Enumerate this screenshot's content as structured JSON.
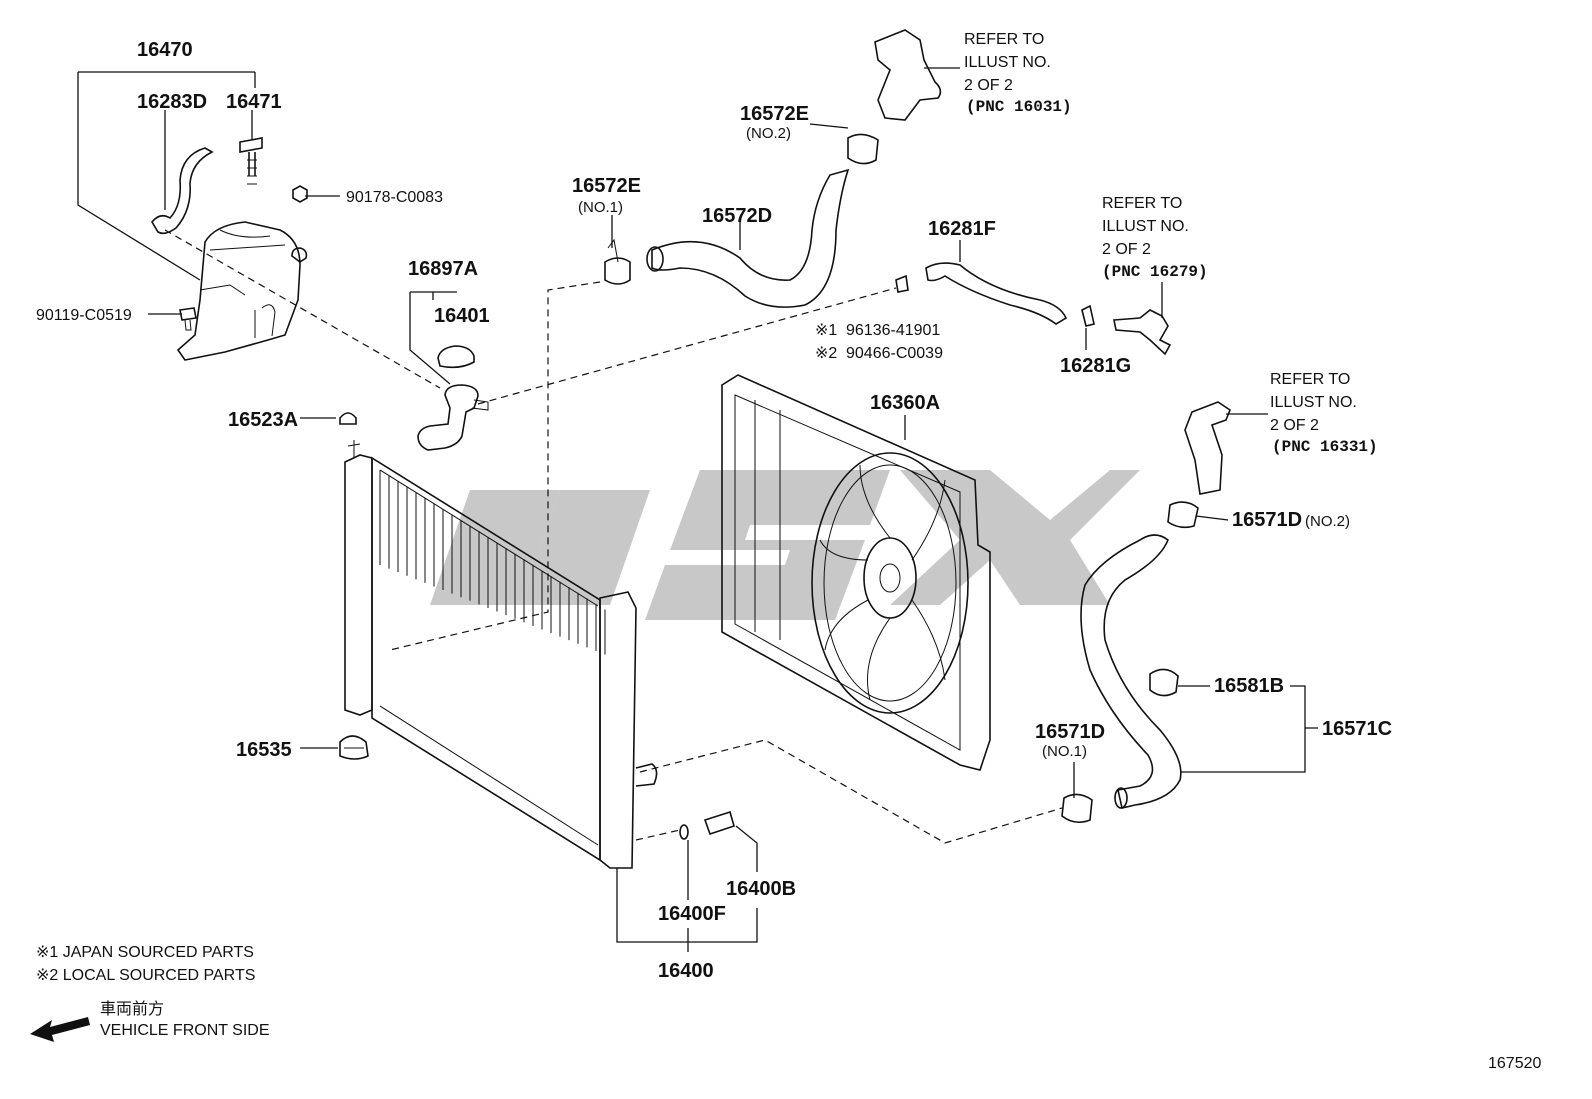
{
  "labels": {
    "p16470": "16470",
    "p16283D": "16283D",
    "p16471": "16471",
    "p90178": "90178-C0083",
    "p90119": "90119-C0519",
    "p16897A": "16897A",
    "p16401": "16401",
    "p16523A": "16523A",
    "p16535": "16535",
    "p16572E_no1": "16572E",
    "p16572E_no1_sub": "(NO.1)",
    "p16572D": "16572D",
    "p16572E_no2": "16572E",
    "p16572E_no2_sub": "(NO.2)",
    "p16281F": "16281F",
    "p16281G": "16281G",
    "p96136": "96136-41901",
    "p90466": "90466-C0039",
    "p16360A": "16360A",
    "p16571D_no2": "16571D",
    "p16571D_no2_sub": "(NO.2)",
    "p16581B": "16581B",
    "p16571C": "16571C",
    "p16571D_no1": "16571D",
    "p16571D_no1_sub": "(NO.1)",
    "p16400B": "16400B",
    "p16400F": "16400F",
    "p16400": "16400",
    "mark1": "※1",
    "mark2": "※2"
  },
  "refs": [
    {
      "l1": "REFER TO",
      "l2": "ILLUST NO.",
      "l3": "2 OF 2",
      "l4": "(PNC 16031)"
    },
    {
      "l1": "REFER TO",
      "l2": "ILLUST NO.",
      "l3": "2 OF 2",
      "l4": "(PNC 16279)"
    },
    {
      "l1": "REFER TO",
      "l2": "ILLUST NO.",
      "l3": "2 OF 2",
      "l4": "(PNC 16331)"
    }
  ],
  "notes": {
    "n1": "※1 JAPAN SOURCED PARTS",
    "n2": "※2 LOCAL SOURCED PARTS",
    "jp": "車両前方",
    "front": "VEHICLE FRONT SIDE"
  },
  "figure_code": "167520"
}
